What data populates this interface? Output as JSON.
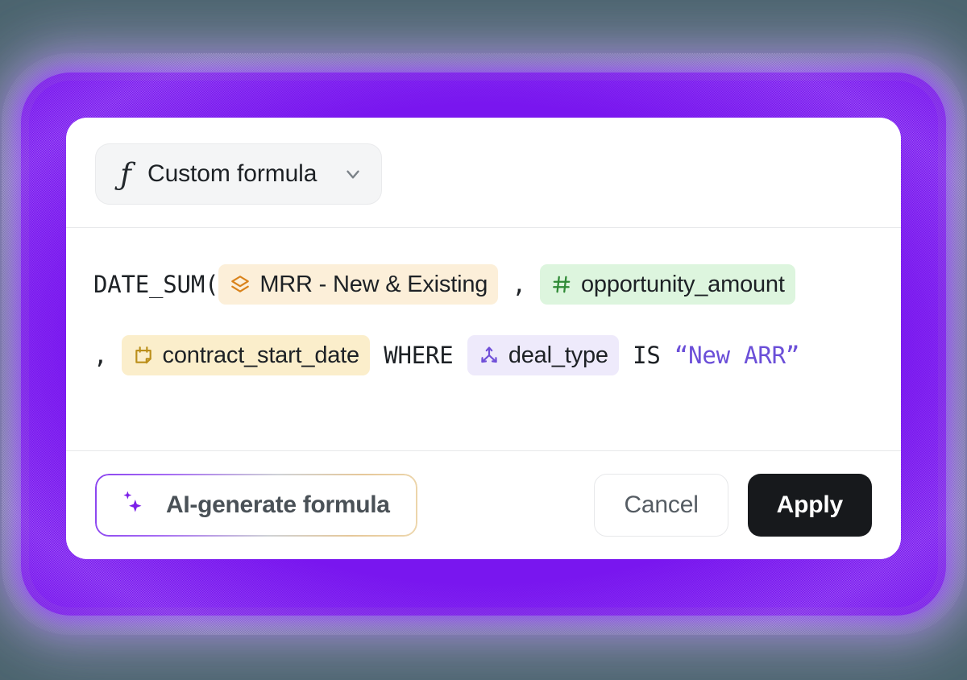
{
  "background_color": "#4b646e",
  "glow_color": "#7916ef",
  "card": {
    "background": "#ffffff"
  },
  "header": {
    "type_select": {
      "icon": "function-fx-icon",
      "label": "Custom formula",
      "chevron_icon": "chevron-down-icon"
    }
  },
  "formula": {
    "lines": [
      {
        "parts": [
          {
            "kind": "code",
            "text": "DATE_SUM("
          },
          {
            "kind": "token",
            "color": "amber",
            "icon": "layers-icon",
            "label": "MRR - New & Existing"
          },
          {
            "kind": "code",
            "text": " , "
          },
          {
            "kind": "token",
            "color": "green",
            "icon": "hash-icon",
            "label": "opportunity_amount"
          }
        ]
      },
      {
        "parts": [
          {
            "kind": "code",
            "text": ", "
          },
          {
            "kind": "token",
            "color": "yellow",
            "icon": "calendar-icon",
            "label": "contract_start_date"
          },
          {
            "kind": "code",
            "text": " WHERE "
          },
          {
            "kind": "token",
            "color": "purple",
            "icon": "branch-split-icon",
            "label": "deal_type"
          },
          {
            "kind": "code",
            "text": " IS "
          },
          {
            "kind": "string",
            "text": "“New ARR”"
          }
        ]
      }
    ],
    "token_colors": {
      "amber": "#fcefd9",
      "green": "#ddf5de",
      "yellow": "#fbeecb",
      "purple": "#eeeafb"
    },
    "icon_colors": {
      "layers": "#d9821a",
      "hash": "#2f8a36",
      "calendar": "#bb8f1b",
      "branch": "#6f4ed8"
    },
    "string_color": "#6b4fd8"
  },
  "footer": {
    "ai_button": {
      "icon": "sparkles-icon",
      "label": "AI-generate formula",
      "icon_color": "#7c20e8"
    },
    "cancel_label": "Cancel",
    "apply_label": "Apply",
    "apply_background": "#17191c"
  }
}
